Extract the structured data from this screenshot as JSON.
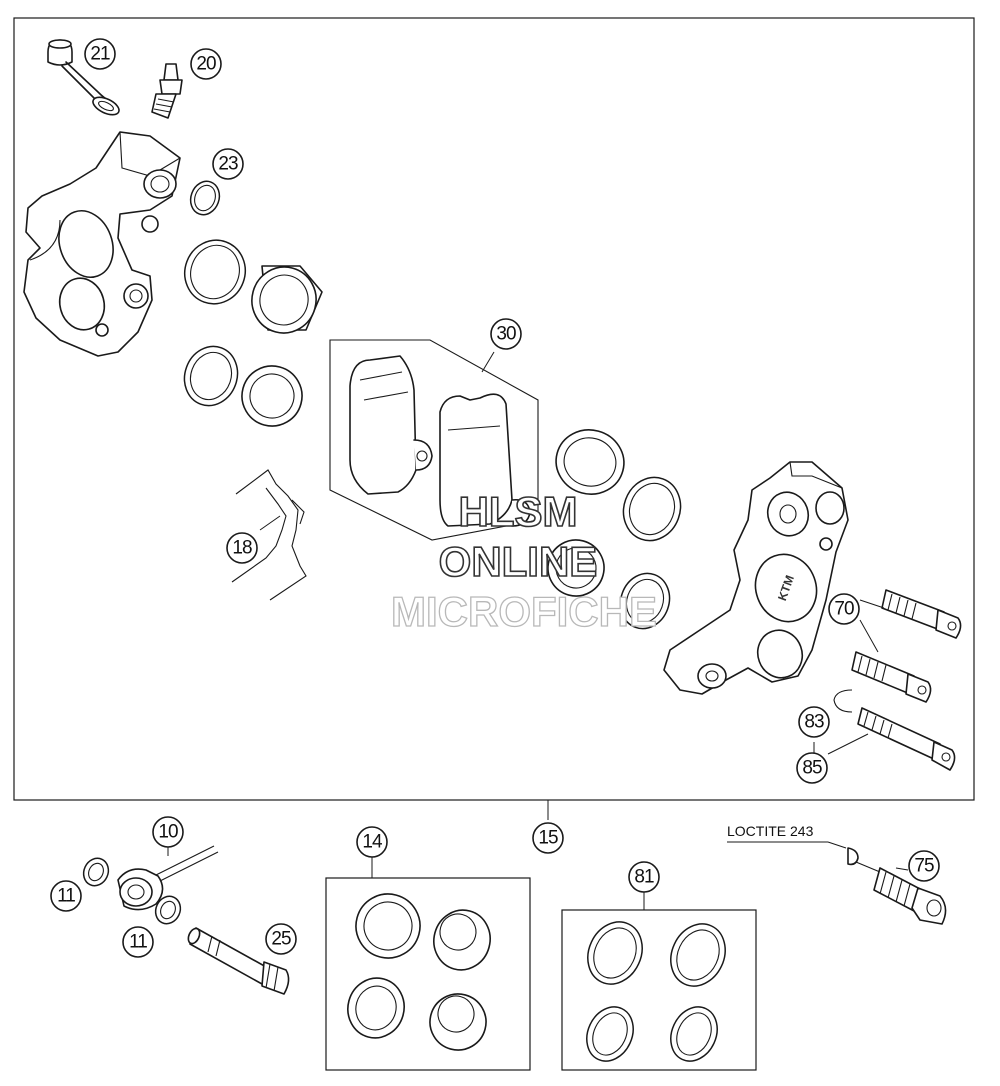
{
  "callouts": {
    "c21": "21",
    "c20": "20",
    "c23": "23",
    "c30": "30",
    "c18": "18",
    "c70": "70",
    "c83": "83",
    "c85": "85",
    "c10": "10",
    "c11a": "11",
    "c11b": "11",
    "c25": "25",
    "c14": "14",
    "c15": "15",
    "c81": "81",
    "c75": "75"
  },
  "caliper_logo": "KTM",
  "note": {
    "loctite": "LOCTITE 243"
  },
  "watermark": {
    "line1": "HLSM",
    "line2": "ONLINE",
    "line3": "MICROFICHE"
  }
}
